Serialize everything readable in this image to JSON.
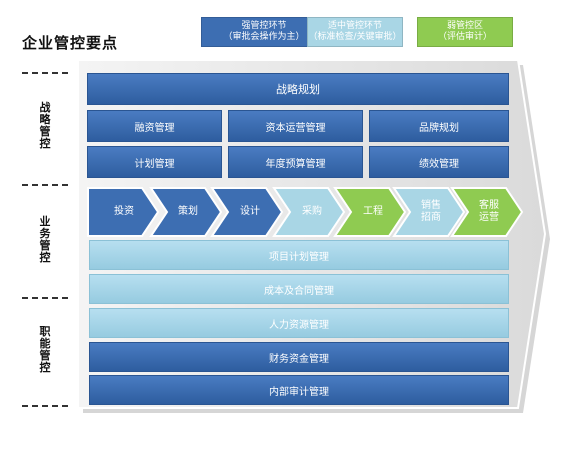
{
  "title": "企业管控要点",
  "legend": [
    {
      "label": "强管控环节",
      "sub": "（审批会操作为主）",
      "color": "#3d6eb2"
    },
    {
      "label": "适中管控环节",
      "sub": "（标准检查/关键审批）",
      "color": "#a9d6e5"
    },
    {
      "label": "弱管控区",
      "sub": "（评估审计）",
      "color": "#8fcb51"
    }
  ],
  "sections": {
    "strategy": "战略管控",
    "business": "业务管控",
    "function": "职能管控"
  },
  "strategy": {
    "top": "战略规划",
    "row1": [
      "融资管理",
      "资本运营管理",
      "品牌规划"
    ],
    "row2": [
      "计划管理",
      "年度预算管理",
      "绩效管理"
    ]
  },
  "flow": [
    {
      "label": "投资",
      "color": "#3d6eb2"
    },
    {
      "label": "策划",
      "color": "#3d6eb2"
    },
    {
      "label": "设计",
      "color": "#3d6eb2"
    },
    {
      "label": "采购",
      "color": "#a9d6e5"
    },
    {
      "label": "工程",
      "color": "#8fcb51"
    },
    {
      "label": "销售招商",
      "color": "#a9d6e5"
    },
    {
      "label": "客服运营",
      "color": "#8fcb51"
    }
  ],
  "flow_lines": {
    "step6": [
      "销售",
      "招商"
    ],
    "step7": [
      "客服",
      "运营"
    ]
  },
  "bars": [
    {
      "label": "项目计划管理",
      "tone": "light"
    },
    {
      "label": "成本及合同管理",
      "tone": "light"
    },
    {
      "label": "人力资源管理",
      "tone": "light"
    },
    {
      "label": "财务资金管理",
      "tone": "dark"
    },
    {
      "label": "内部审计管理",
      "tone": "dark"
    }
  ]
}
